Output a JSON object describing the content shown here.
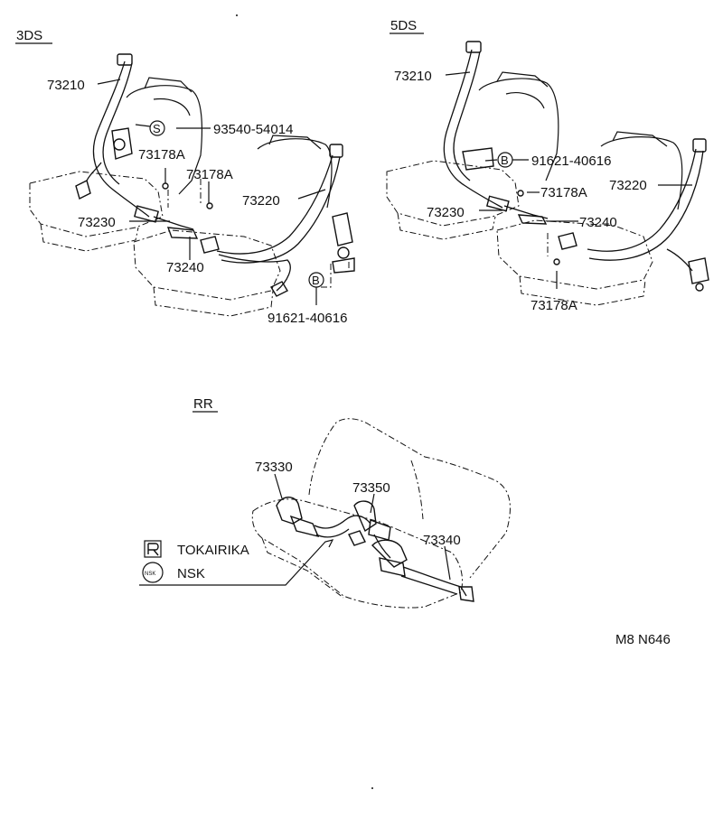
{
  "sections": {
    "front_3ds": "3DS",
    "front_5ds": "5DS",
    "rear": "RR"
  },
  "labels_3ds": {
    "p73210": "73210",
    "p93540": "93540-54014",
    "p73178a_1": "73178A",
    "p73178a_2": "73178A",
    "p73220": "73220",
    "p73230": "73230",
    "p73240": "73240",
    "p91621": "91621-40616"
  },
  "labels_5ds": {
    "p73210": "73210",
    "p91621": "91621-40616",
    "p73178a_1": "73178A",
    "p73220": "73220",
    "p73230": "73230",
    "p73240": "73240",
    "p73178a_2": "73178A"
  },
  "labels_rr": {
    "p73330": "73330",
    "p73350": "73350",
    "p73340": "73340"
  },
  "callout_marks": {
    "s": "S",
    "b_3ds": "B",
    "b_5ds": "B"
  },
  "legend": {
    "tokairika": "TOKAIRIKA",
    "nsk": "NSK",
    "nsk_mark": "NSK"
  },
  "figure_code": "M8 N646"
}
